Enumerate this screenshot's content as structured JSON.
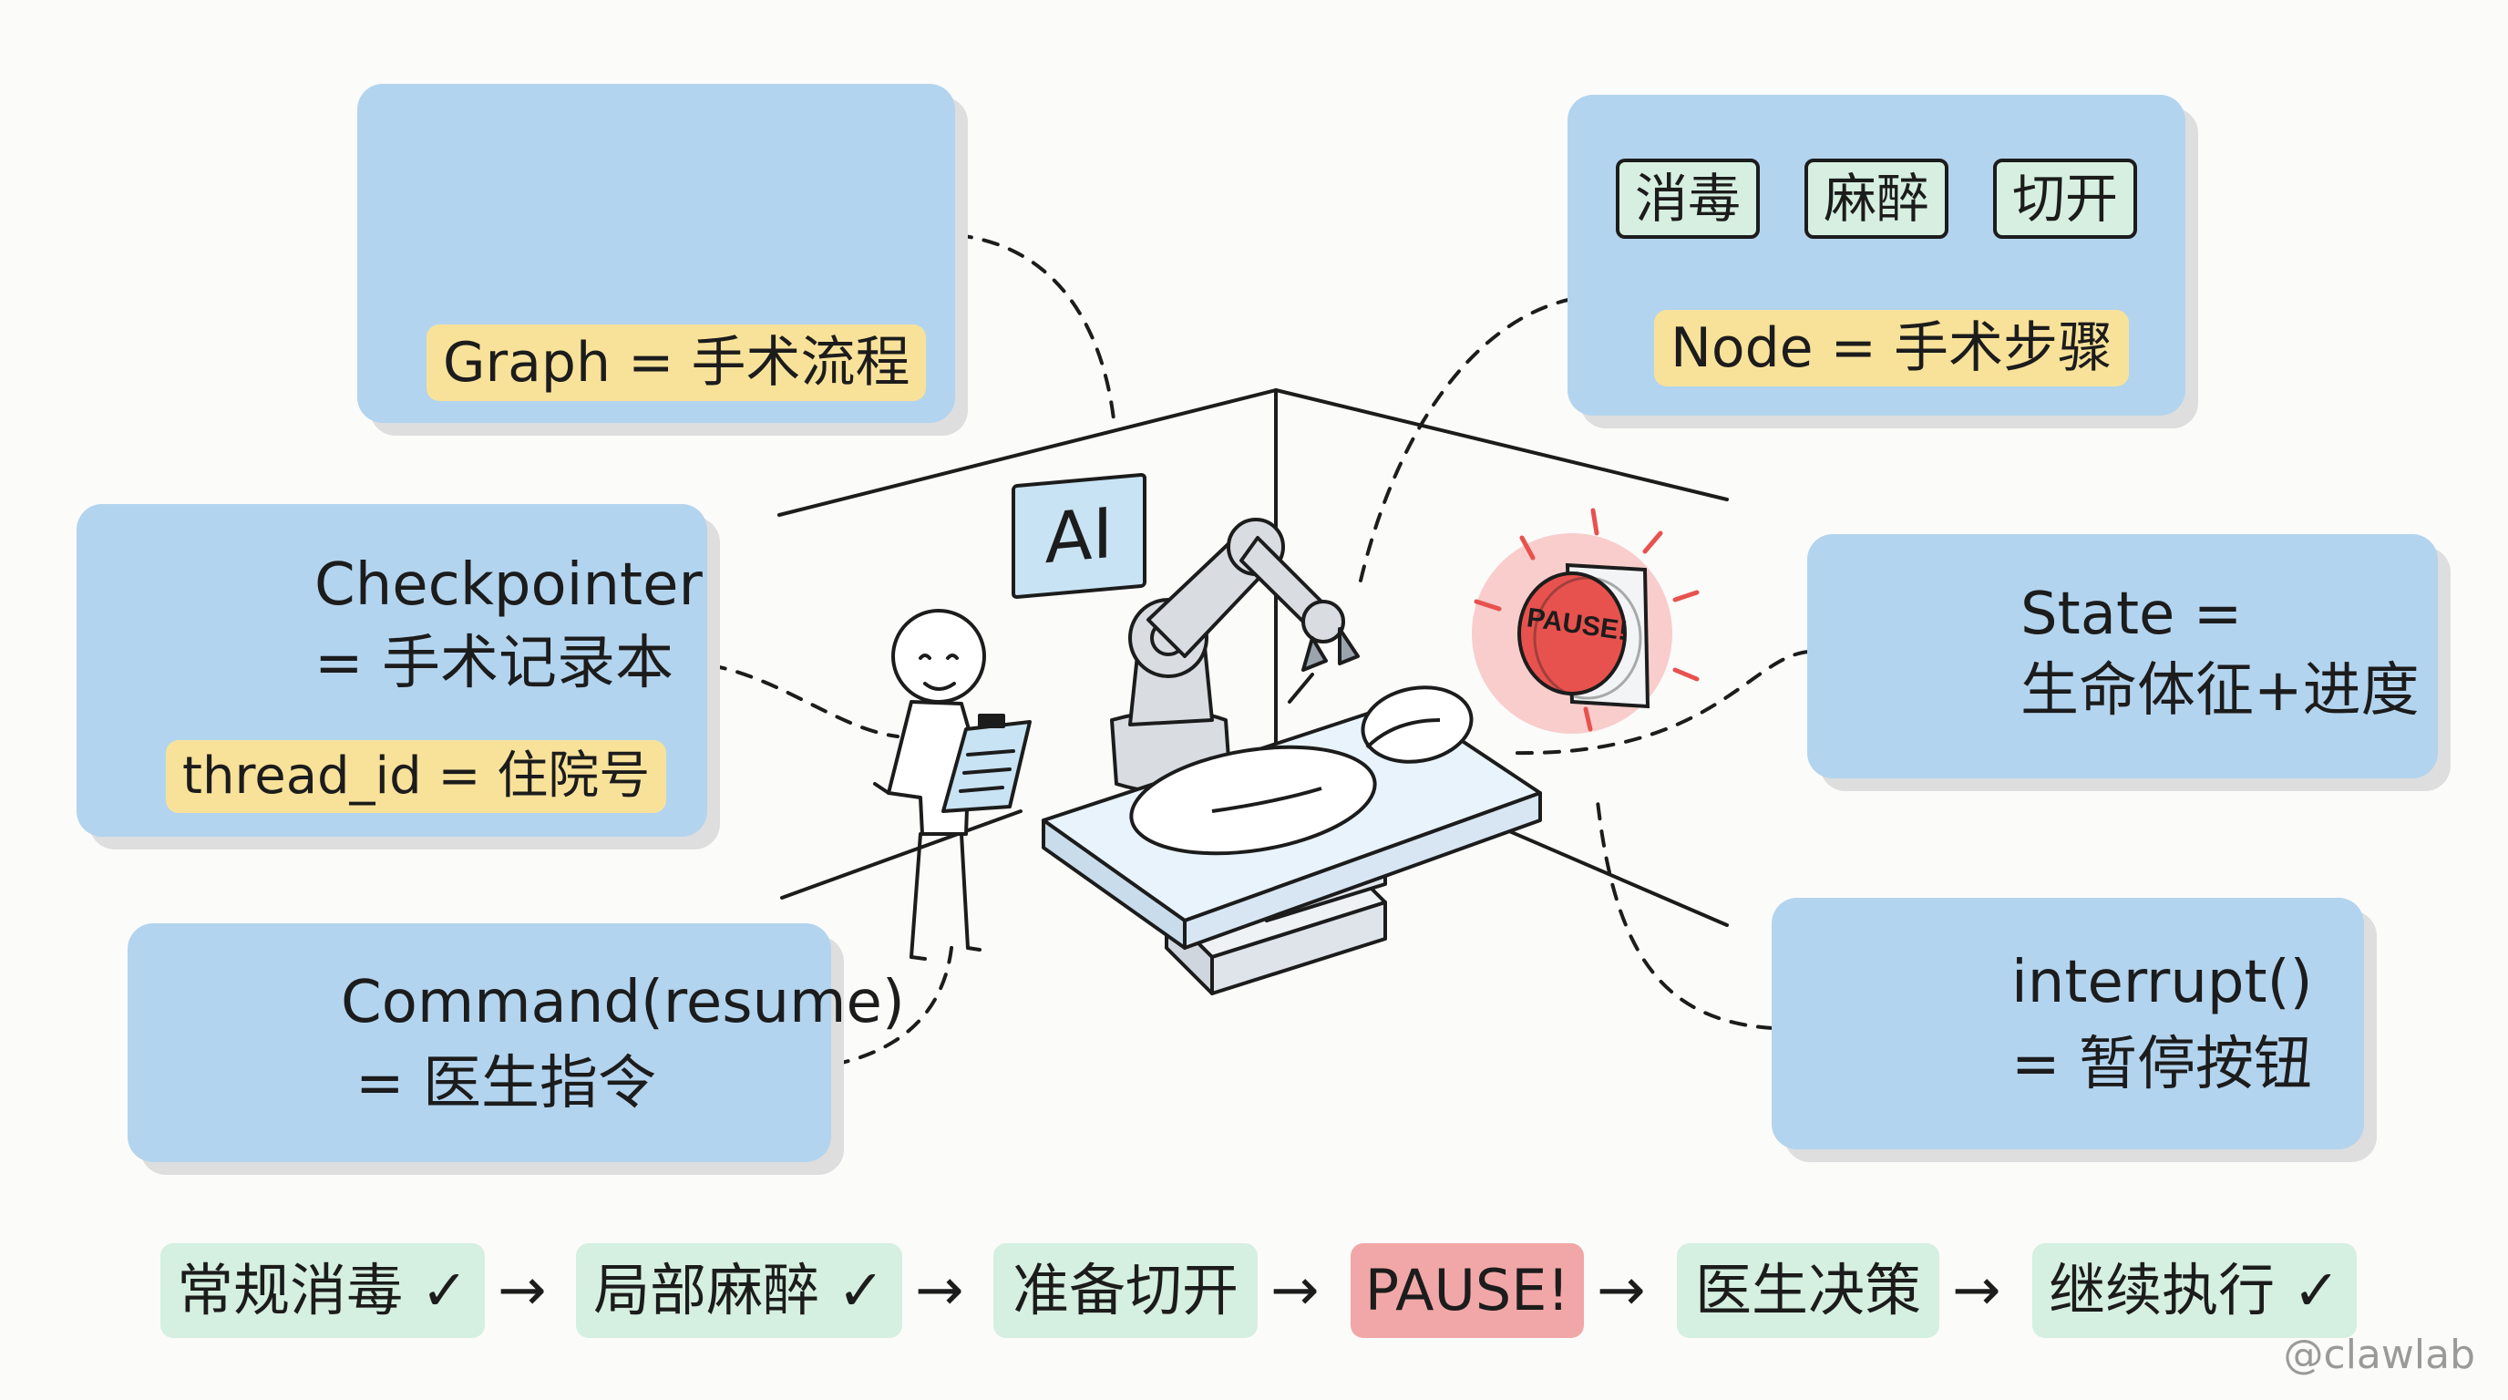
{
  "cards": {
    "graph": {
      "label": "Graph = 手术流程"
    },
    "node": {
      "steps": [
        "消毒",
        "麻醉",
        "切开"
      ],
      "label": "Node = 手术步骤"
    },
    "checkpointer": {
      "line1": "Checkpointer",
      "line2": "= 手术记录本",
      "chip": "thread_id = 住院号"
    },
    "state": {
      "line1": "State =",
      "line2": "生命体征+进度"
    },
    "command": {
      "line1": "Command(resume)",
      "line2": "= 医生指令"
    },
    "interrupt": {
      "line1": "interrupt()",
      "line2": "= 暂停按钮"
    }
  },
  "scene": {
    "ai_sign": "AI",
    "pause_button_text": "PAUSE!"
  },
  "flow": {
    "steps": [
      "常规消毒 ✓",
      "局部麻醉 ✓",
      "准备切开",
      "PAUSE!",
      "医生决策",
      "继续执行 ✓"
    ],
    "arrow": "→"
  },
  "watermark": "@clawlab",
  "colors": {
    "card_bg": "#b3d4ee",
    "chip_yellow": "#f8e29a",
    "step_green": "#d6efe0",
    "pause_red": "#f1a7a7",
    "alert_red": "#e8524e"
  }
}
